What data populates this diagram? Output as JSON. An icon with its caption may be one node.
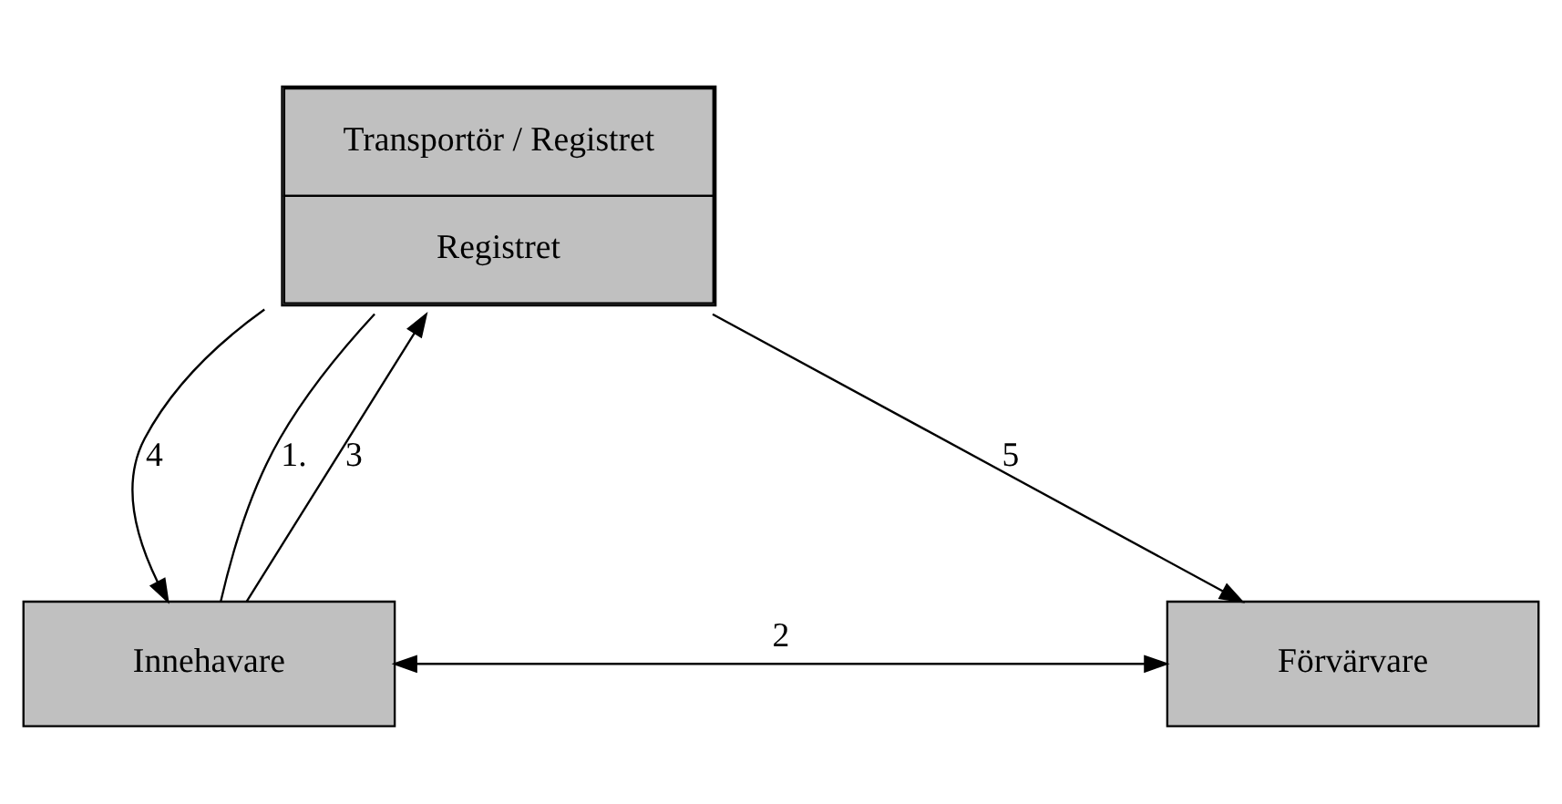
{
  "diagram": {
    "nodes": [
      {
        "text": [
          "Transportör / Registret",
          "Registret"
        ]
      },
      {
        "text": [
          "Innehavare"
        ]
      },
      {
        "text": [
          "Förvärvare"
        ]
      }
    ],
    "edges": [
      {
        "from": 1,
        "to": 0,
        "arrow": "none",
        "label": "1."
      },
      {
        "from": 1,
        "to": 2,
        "arrow": "both",
        "label": "2"
      },
      {
        "from": 1,
        "to": 0,
        "arrow": "to",
        "label": "3"
      },
      {
        "from": 0,
        "to": 1,
        "arrow": "to",
        "label": "4"
      },
      {
        "from": 0,
        "to": 2,
        "arrow": "to",
        "label": "5"
      }
    ]
  }
}
